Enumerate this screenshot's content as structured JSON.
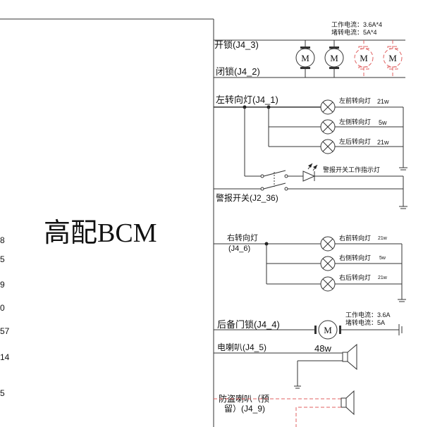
{
  "module": {
    "title": "高配BCM"
  },
  "left_pin_numbers": [
    "8",
    "5",
    "9",
    "0",
    "57",
    "14",
    "5"
  ],
  "lock": {
    "spec_work": "工作电流：3.6A*4",
    "spec_stall": "堵转电流：5A*4",
    "unlock_label": "开锁(J4_3)",
    "lock_label": "闭锁(J4_2)",
    "motor_symbol": "M"
  },
  "left_turn": {
    "label": "左转向灯(J4_1)",
    "lamps": [
      {
        "label": "左前转向灯",
        "power": "21w"
      },
      {
        "label": "左侧转向灯",
        "power": "5w"
      },
      {
        "label": "左后转向灯",
        "power": "21w"
      }
    ]
  },
  "hazard": {
    "indicator_label": "警报开关工作指示灯",
    "switch_label": "警报开关(J2_36)"
  },
  "right_turn": {
    "label_line1": "右转向灯",
    "label_line2": "(J4_6)",
    "lamps": [
      {
        "label": "右前转向灯",
        "power": "21w"
      },
      {
        "label": "右侧转向灯",
        "power": "5w"
      },
      {
        "label": "右后转向灯",
        "power": "21w"
      }
    ]
  },
  "tailgate": {
    "label": "后备门锁(J4_4)",
    "spec_work": "工作电流：3.6A",
    "spec_stall": "堵转电流：5A",
    "motor_symbol": "M"
  },
  "horn": {
    "label": "电喇叭(J4_5)",
    "power": "48w"
  },
  "alarm_horn": {
    "label_line1": "防盗喇叭（预",
    "label_line2": "留）(J4_9)"
  }
}
